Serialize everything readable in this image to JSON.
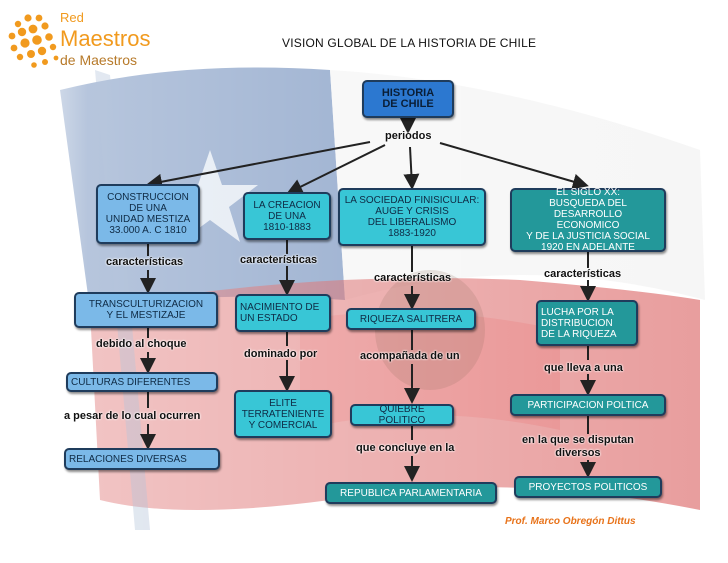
{
  "header": {
    "title": "VISION GLOBAL DE LA HISTORIA DE CHILE",
    "logo_line1": "Red",
    "logo_line2": "Maestros",
    "logo_line3": "de Maestros"
  },
  "map": {
    "root": "HISTORIA\nDE CHILE",
    "periods_label": "periodos",
    "branch1": {
      "period": "CONSTRUCCION\nDE UNA\nUNIDAD MESTIZA\n33.000 A. C 1810",
      "link1": "características",
      "item1": "TRANSCULTURIZACION\nY EL MESTIZAJE",
      "link2": "debido al choque",
      "item2": "CULTURAS DIFERENTES",
      "link3": "a pesar de lo cual ocurren",
      "item3": "RELACIONES DIVERSAS"
    },
    "branch2": {
      "period": "LA CREACION\nDE UNA\n1810-1883",
      "link1": "características",
      "item1": "NACIMIENTO DE\nUN ESTADO",
      "link2": "dominado por",
      "item2": "ELITE\nTERRATENIENTE\nY COMERCIAL"
    },
    "branch3": {
      "period": "LA SOCIEDAD FINISICULAR:\nAUGE Y CRISIS\nDEL LIBERALISMO\n1883-1920",
      "link1": "características",
      "item1": "RIQUEZA SALITRERA",
      "link2": "acompañada de un",
      "item2": "QUIEBRE POLITICO",
      "link3": "que concluye en la",
      "item3": "REPUBLICA PARLAMENTARIA"
    },
    "branch4": {
      "period": "EL SIGLO XX:\nBUSQUEDA DEL DESARROLLO\nECONOMICO\nY DE LA JUSTICIA SOCIAL\n1920 EN ADELANTE",
      "link1": "características",
      "item1": "LUCHA POR LA\nDISTRIBUCION\nDE LA RIQUEZA",
      "link2": "que lleva a una",
      "item2": "PARTICIPACION POLTICA",
      "link3": "en la que se disputan\ndiversos",
      "item3": "PROYECTOS POLITICOS"
    }
  },
  "footer": {
    "credit": "Prof. Marco Obregón Dittus"
  },
  "colors": {
    "light_box": "#7bb9e8",
    "cyan_box": "#38c6d6",
    "teal_box": "#23989a",
    "root_box": "#2c78d0",
    "logo_orange": "#f19a1e"
  }
}
